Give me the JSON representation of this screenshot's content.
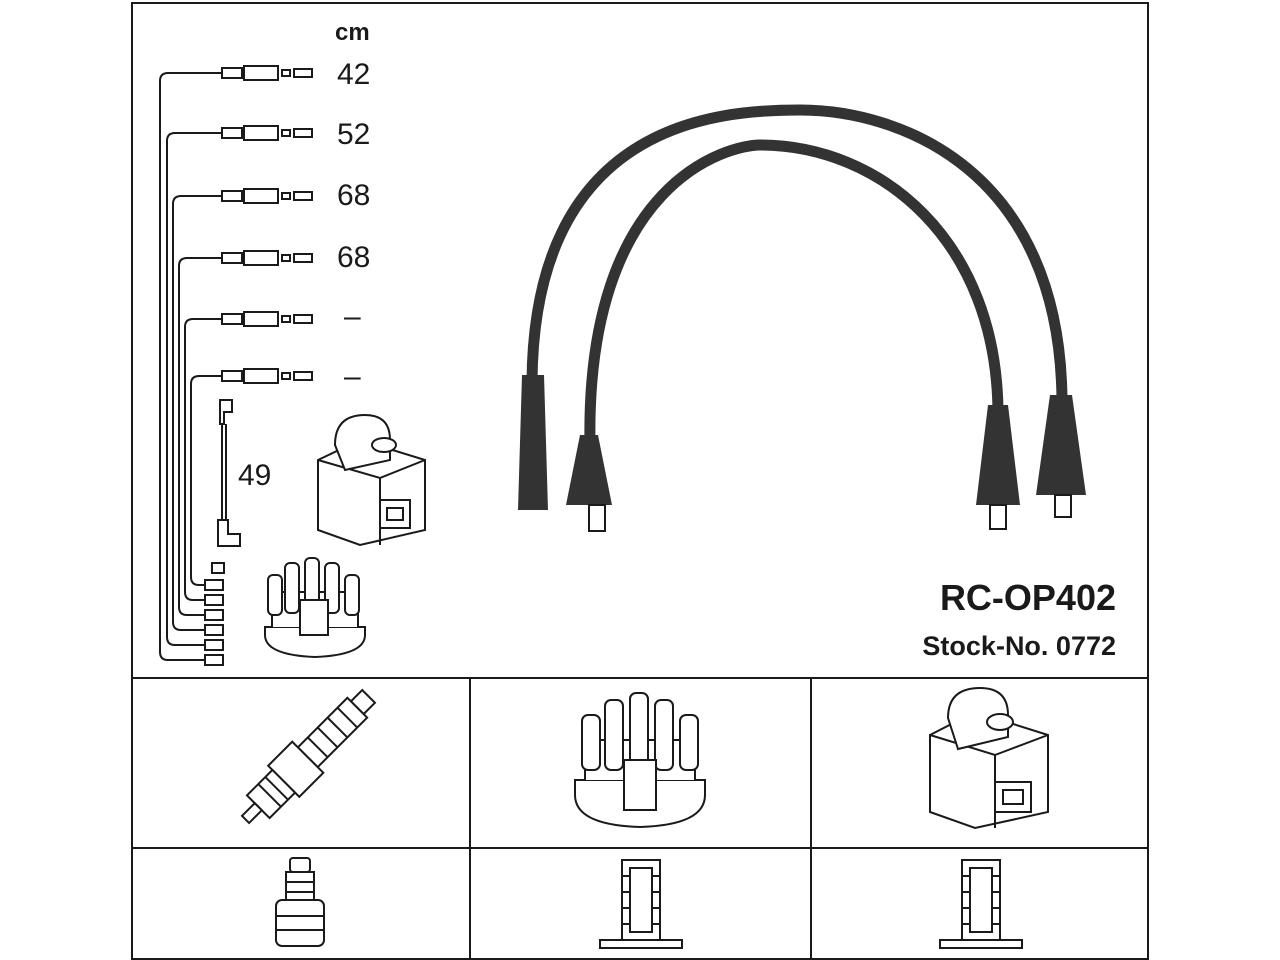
{
  "unit_label": "cm",
  "lead_lengths": [
    "42",
    "52",
    "68",
    "68",
    "–",
    "–"
  ],
  "coil_lead_length": "49",
  "part_number": "RC-OP402",
  "stock_number": "Stock-No. 0772",
  "colors": {
    "line": "#1a1a1a",
    "cable": "#333333",
    "background": "#ffffff"
  },
  "components": {
    "top_row": [
      "spark-plug-icon",
      "distributor-cap-icon",
      "ignition-coil-icon"
    ],
    "bottom_row": [
      "spark-plug-terminal-icon",
      "distributor-terminal-icon",
      "coil-terminal-icon"
    ]
  }
}
